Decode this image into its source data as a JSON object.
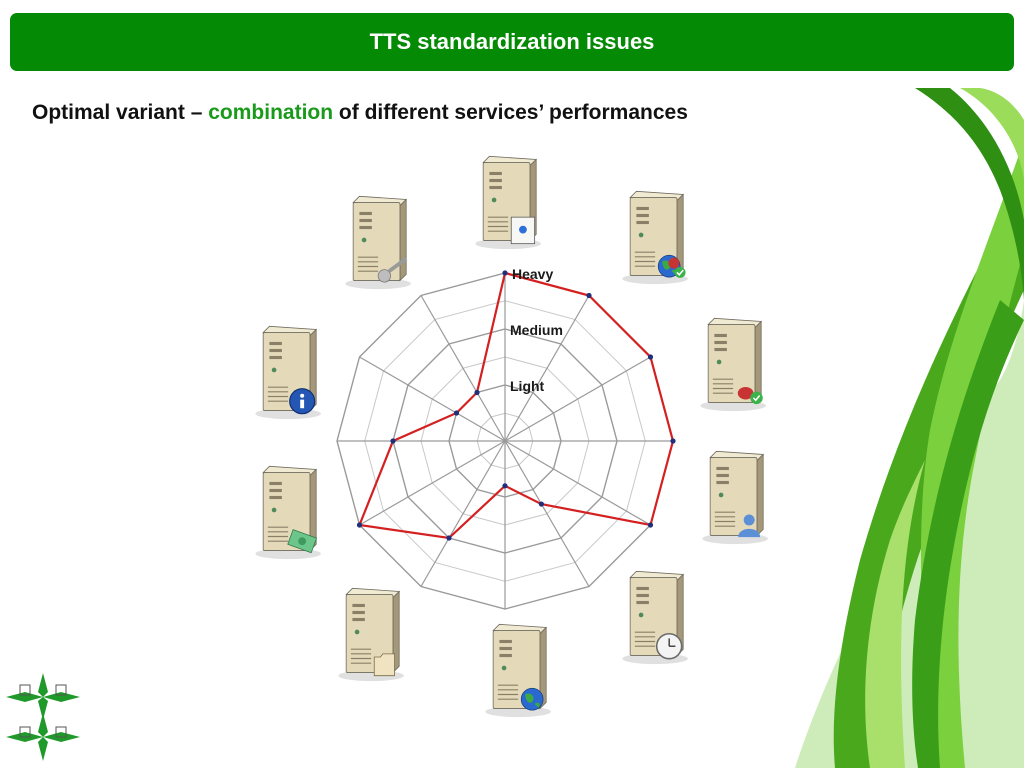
{
  "header": {
    "title": "TTS standardization issues"
  },
  "subtitle": {
    "prefix": "Optimal variant – ",
    "highlight": "combination",
    "suffix": " of different services’ performances"
  },
  "radar": {
    "levels": [
      "Light",
      "Medium",
      "Heavy"
    ],
    "profile": [
      3,
      3,
      3,
      3,
      3,
      1.3,
      0.8,
      2,
      3,
      2,
      1,
      1
    ],
    "service_icons": [
      "document-icon",
      "globe-user-icon",
      "alert-user-icon",
      "user-icon",
      "clock-icon",
      "globe-icon",
      "folder-icon",
      "money-icon",
      "info-icon",
      "key-icon"
    ]
  },
  "colors": {
    "green": "#048a04",
    "accent": "#1a9a1a",
    "line": "#d42020",
    "grid": "#9a9a9a",
    "point": "#1f2f7a"
  }
}
